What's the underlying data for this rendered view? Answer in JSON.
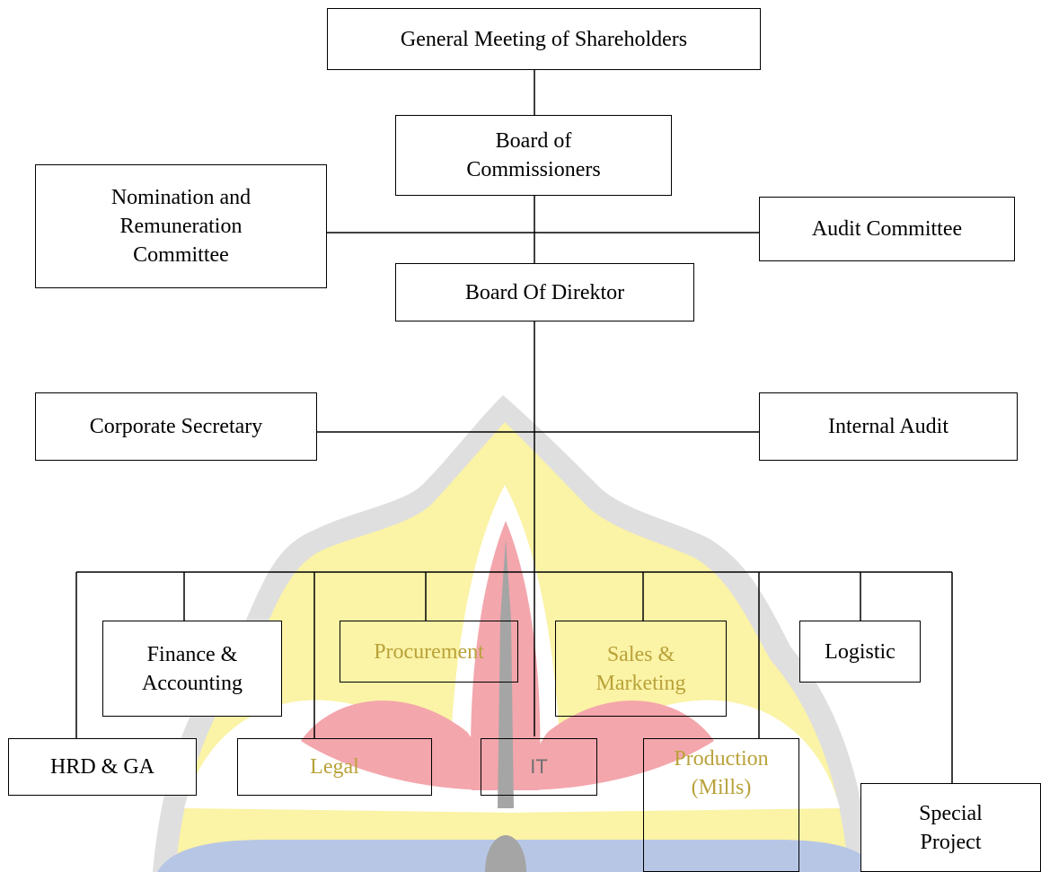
{
  "org_chart": {
    "shareholders": "General Meeting of Shareholders",
    "commissioners": "Board of\nCommissioners",
    "nomination": "Nomination and\nRemuneration\nCommittee",
    "audit_committee": "Audit Committee",
    "directors": "Board Of Direktor",
    "corporate_secretary": "Corporate Secretary",
    "internal_audit": "Internal Audit",
    "finance": "Finance &\nAccounting",
    "procurement": "Procurement",
    "sales": "Sales &\nMarketing",
    "logistic": "Logistic",
    "hrd": "HRD & GA",
    "legal": "Legal",
    "it": "IT",
    "production": "Production\n(Mills)",
    "special_project": "Special\nProject"
  },
  "colors": {
    "watermark_yellow": "#fbf3a6",
    "watermark_grey": "#dfdfdf",
    "watermark_pink": "#f3a6ac",
    "watermark_blue": "#b8c6e6",
    "watermark_white": "#ffffff",
    "line": "#000000"
  }
}
